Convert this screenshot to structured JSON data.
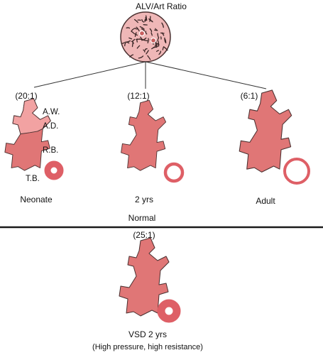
{
  "title": "ALV/Art Ratio",
  "section_label": "Normal",
  "colors": {
    "tissue_light": "#f2a2a2",
    "tissue_mid": "#e07676",
    "tissue_dark": "#c95f5f",
    "outline": "#4a3030",
    "ring": "#de5f66",
    "ring_dot": "#ffffff",
    "lung_fill": "#efb7b7",
    "lung_marks": "#3a2626",
    "divider": "#1a1a1a",
    "connector": "#333333"
  },
  "stages": [
    {
      "ratio": "(20:1)",
      "caption": "Neonate",
      "segment_labels": [
        "A.W.",
        "A.D.",
        "R.B.",
        "T.B."
      ],
      "vessel": "thick-walled artery"
    },
    {
      "ratio": "(12:1)",
      "caption": "2 yrs",
      "vessel": "thinner-walled artery"
    },
    {
      "ratio": "(6:1)",
      "caption": "Adult",
      "vessel": "thin-walled artery"
    }
  ],
  "vsd": {
    "ratio": "(25:1)",
    "caption_line1": "VSD 2 yrs",
    "caption_line2": "(High pressure, high resistance)",
    "vessel": "very thick-walled artery"
  },
  "icons": {
    "lung": "lung-tissue-circle-icon",
    "acinus": "acinus-branch-icon",
    "artery": "artery-cross-section-icon"
  }
}
